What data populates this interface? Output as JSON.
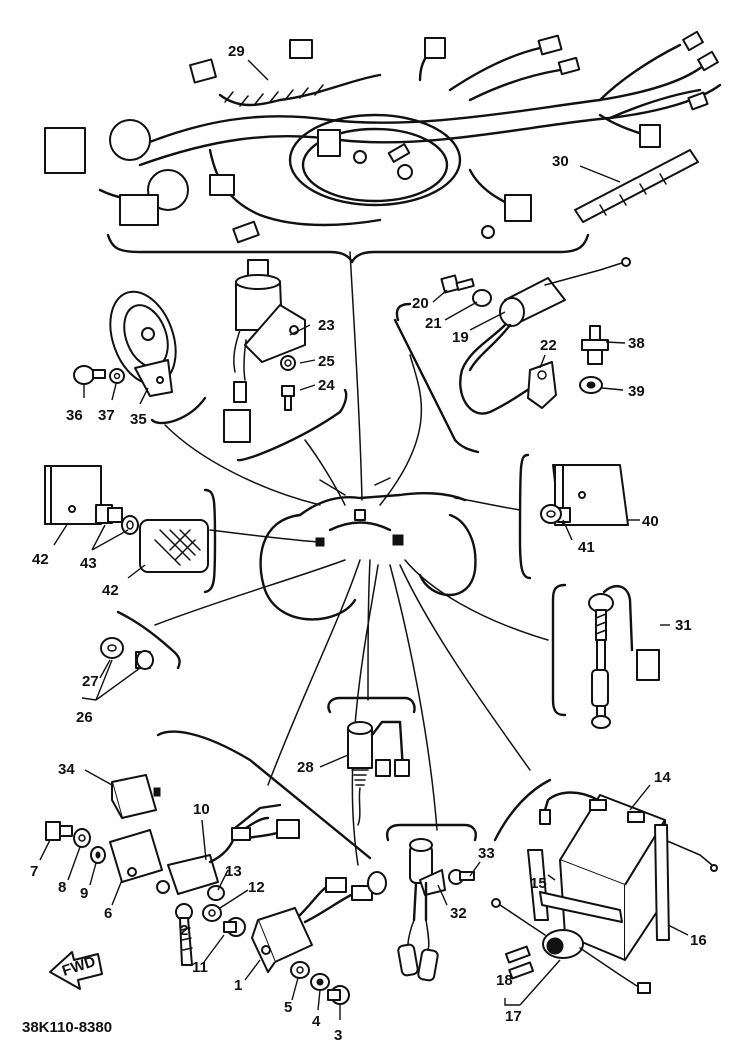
{
  "drawing_code": "38K110-8380",
  "fwd_label": "FWD",
  "callouts": {
    "c1": "1",
    "c2": "2",
    "c3": "3",
    "c4": "4",
    "c5": "5",
    "c6": "6",
    "c7": "7",
    "c8": "8",
    "c9": "9",
    "c10": "10",
    "c11": "11",
    "c12": "12",
    "c13": "13",
    "c14": "14",
    "c15": "15",
    "c16": "16",
    "c17": "17",
    "c18": "18",
    "c19": "19",
    "c20": "20",
    "c21": "21",
    "c22": "22",
    "c23": "23",
    "c24": "24",
    "c25": "25",
    "c26": "26",
    "c27": "27",
    "c28": "28",
    "c29": "29",
    "c30": "30",
    "c31": "31",
    "c32": "32",
    "c33": "33",
    "c34": "34",
    "c35": "35",
    "c36": "36",
    "c37": "37",
    "c38": "38",
    "c39": "39",
    "c40": "40",
    "c41": "41",
    "c42a": "42",
    "c42b": "42",
    "c43": "43"
  }
}
